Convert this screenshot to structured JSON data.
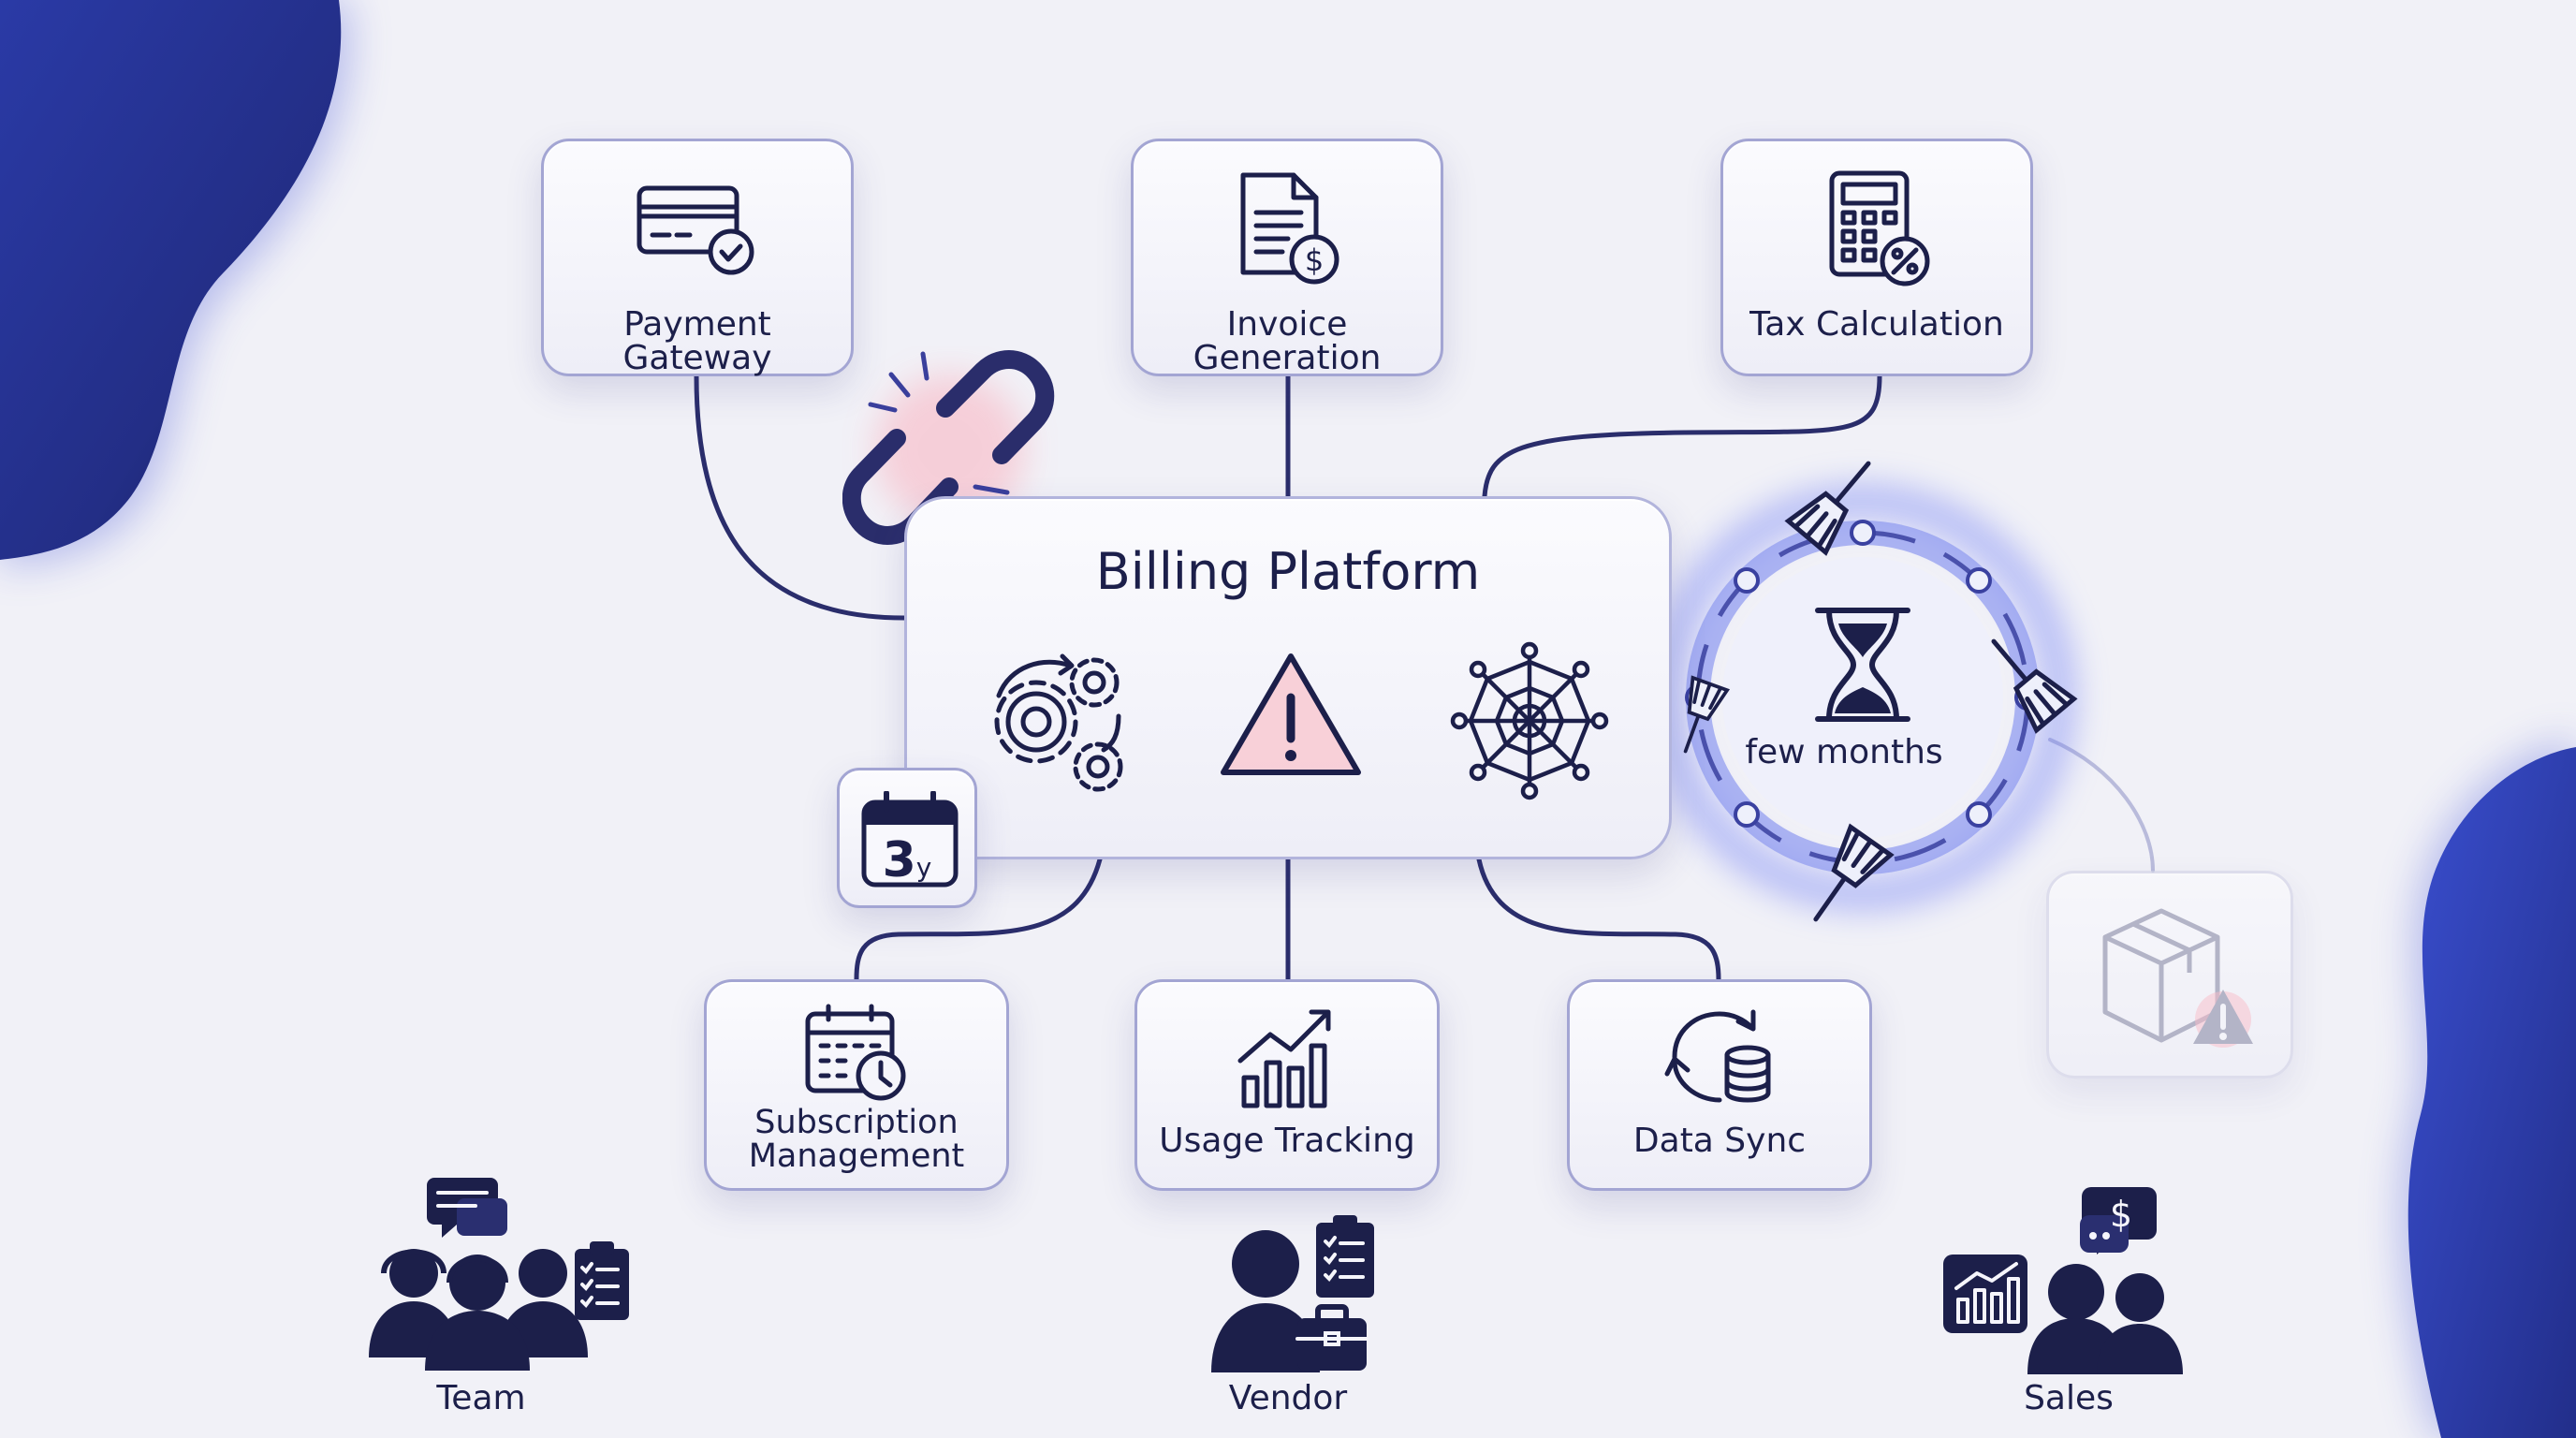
{
  "diagram": {
    "hub": {
      "title": "Billing Platform"
    },
    "top_nodes": [
      {
        "label": "Payment Gateway",
        "icon": "credit-card-check-icon"
      },
      {
        "label": "Invoice Generation",
        "icon": "invoice-dollar-icon"
      },
      {
        "label": "Tax Calculation",
        "icon": "calculator-percent-icon"
      }
    ],
    "bottom_nodes": [
      {
        "label_line1": "Subscription",
        "label_line2": "Management",
        "icon": "calendar-clock-icon"
      },
      {
        "label": "Usage Tracking",
        "icon": "growth-chart-icon"
      },
      {
        "label": "Data Sync",
        "icon": "sync-database-icon"
      }
    ],
    "calendar_badge": {
      "number": "3",
      "unit": "y"
    },
    "timer": {
      "label": "few months",
      "icon": "hourglass-icon"
    },
    "stakeholders": [
      {
        "label": "Team",
        "icon": "support-team-icon"
      },
      {
        "label": "Vendor",
        "icon": "vendor-icon"
      },
      {
        "label": "Sales",
        "icon": "sales-team-icon"
      }
    ],
    "colors": {
      "ink": "#1c1f4a",
      "line": "#2a2d6b",
      "accent_blue": "#2f3cb0",
      "alert_red": "#f07a8a",
      "background": "#f1f1f7"
    }
  }
}
